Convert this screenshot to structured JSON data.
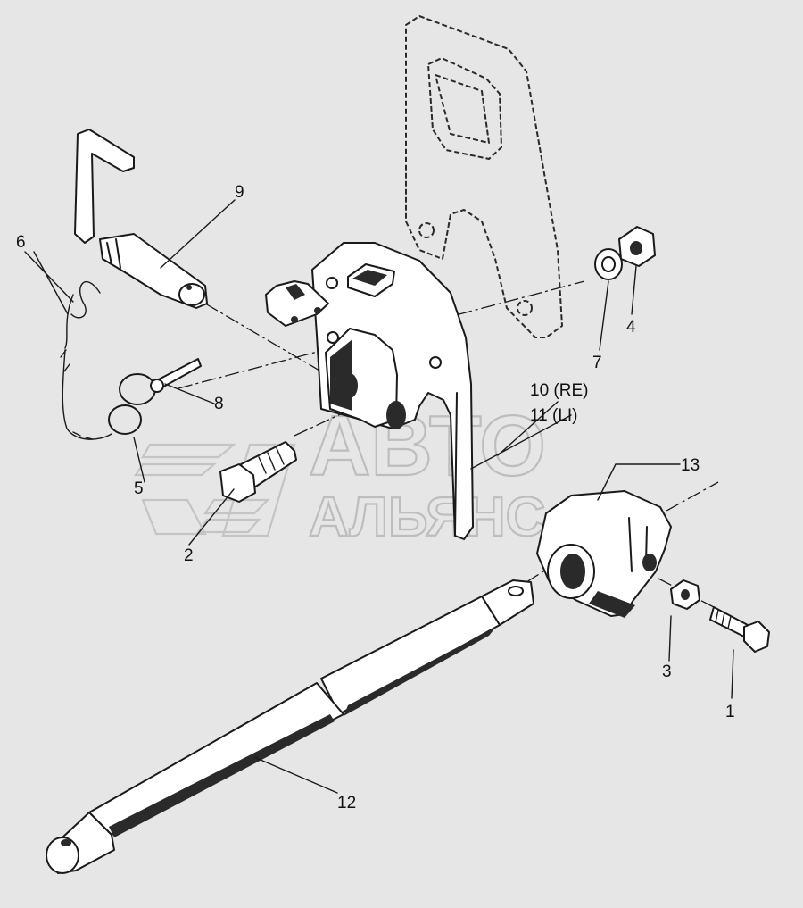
{
  "watermark": {
    "line1": "АВТО",
    "line2": "АЛЬЯНС"
  },
  "callouts": [
    {
      "id": "1",
      "text": "1"
    },
    {
      "id": "2",
      "text": "2"
    },
    {
      "id": "3",
      "text": "3"
    },
    {
      "id": "4",
      "text": "4"
    },
    {
      "id": "5",
      "text": "5"
    },
    {
      "id": "6",
      "text": "6"
    },
    {
      "id": "7",
      "text": "7"
    },
    {
      "id": "8",
      "text": "8"
    },
    {
      "id": "9",
      "text": "9"
    },
    {
      "id": "10",
      "text": "10 (RE)"
    },
    {
      "id": "11",
      "text": "11 (LI)"
    },
    {
      "id": "12",
      "text": "12"
    },
    {
      "id": "13",
      "text": "13"
    }
  ]
}
